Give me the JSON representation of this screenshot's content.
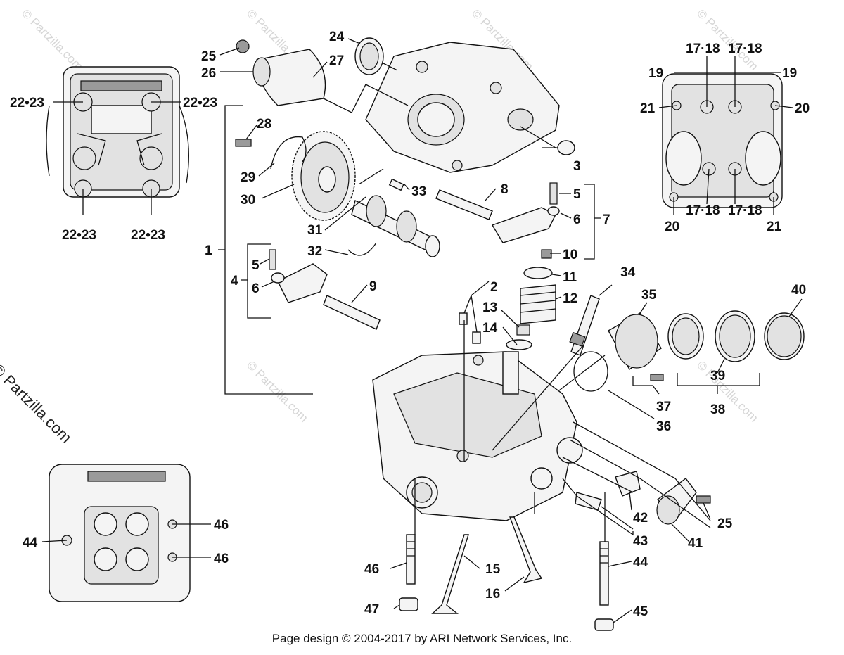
{
  "diagram": {
    "footer": "Page design © 2004-2017 by ARI Network Services, Inc.",
    "watermark": "© Partzilla.com",
    "labels": {
      "l1": "1",
      "l2": "2",
      "l3": "3",
      "l4": "4",
      "l5a": "5",
      "l5b": "5",
      "l6a": "6",
      "l6b": "6",
      "l7": "7",
      "l8": "8",
      "l9": "9",
      "l10": "10",
      "l11": "11",
      "l12": "12",
      "l13": "13",
      "l14": "14",
      "l15": "15",
      "l16": "16",
      "l20a": "20",
      "l20b": "20",
      "l19a": "19",
      "l19b": "19",
      "l21a": "21",
      "l21b": "21",
      "l1718a": "17·18",
      "l1718b": "17·18",
      "l1718c": "17·18",
      "l1718d": "17·18",
      "l2223a": "22•23",
      "l2223b": "22•23",
      "l2223c": "22•23",
      "l2223d": "22•23",
      "l24": "24",
      "l25a": "25",
      "l25b": "25",
      "l26": "26",
      "l27": "27",
      "l28": "28",
      "l29": "29",
      "l30": "30",
      "l31": "31",
      "l32": "32",
      "l33": "33",
      "l34": "34",
      "l35": "35",
      "l36": "36",
      "l37": "37",
      "l38": "38",
      "l39": "39",
      "l40": "40",
      "l41": "41",
      "l42": "42",
      "l43": "43",
      "l44a": "44",
      "l44b": "44",
      "l45": "45",
      "l46a": "46",
      "l46b": "46",
      "l46c": "46",
      "l47": "47"
    }
  }
}
